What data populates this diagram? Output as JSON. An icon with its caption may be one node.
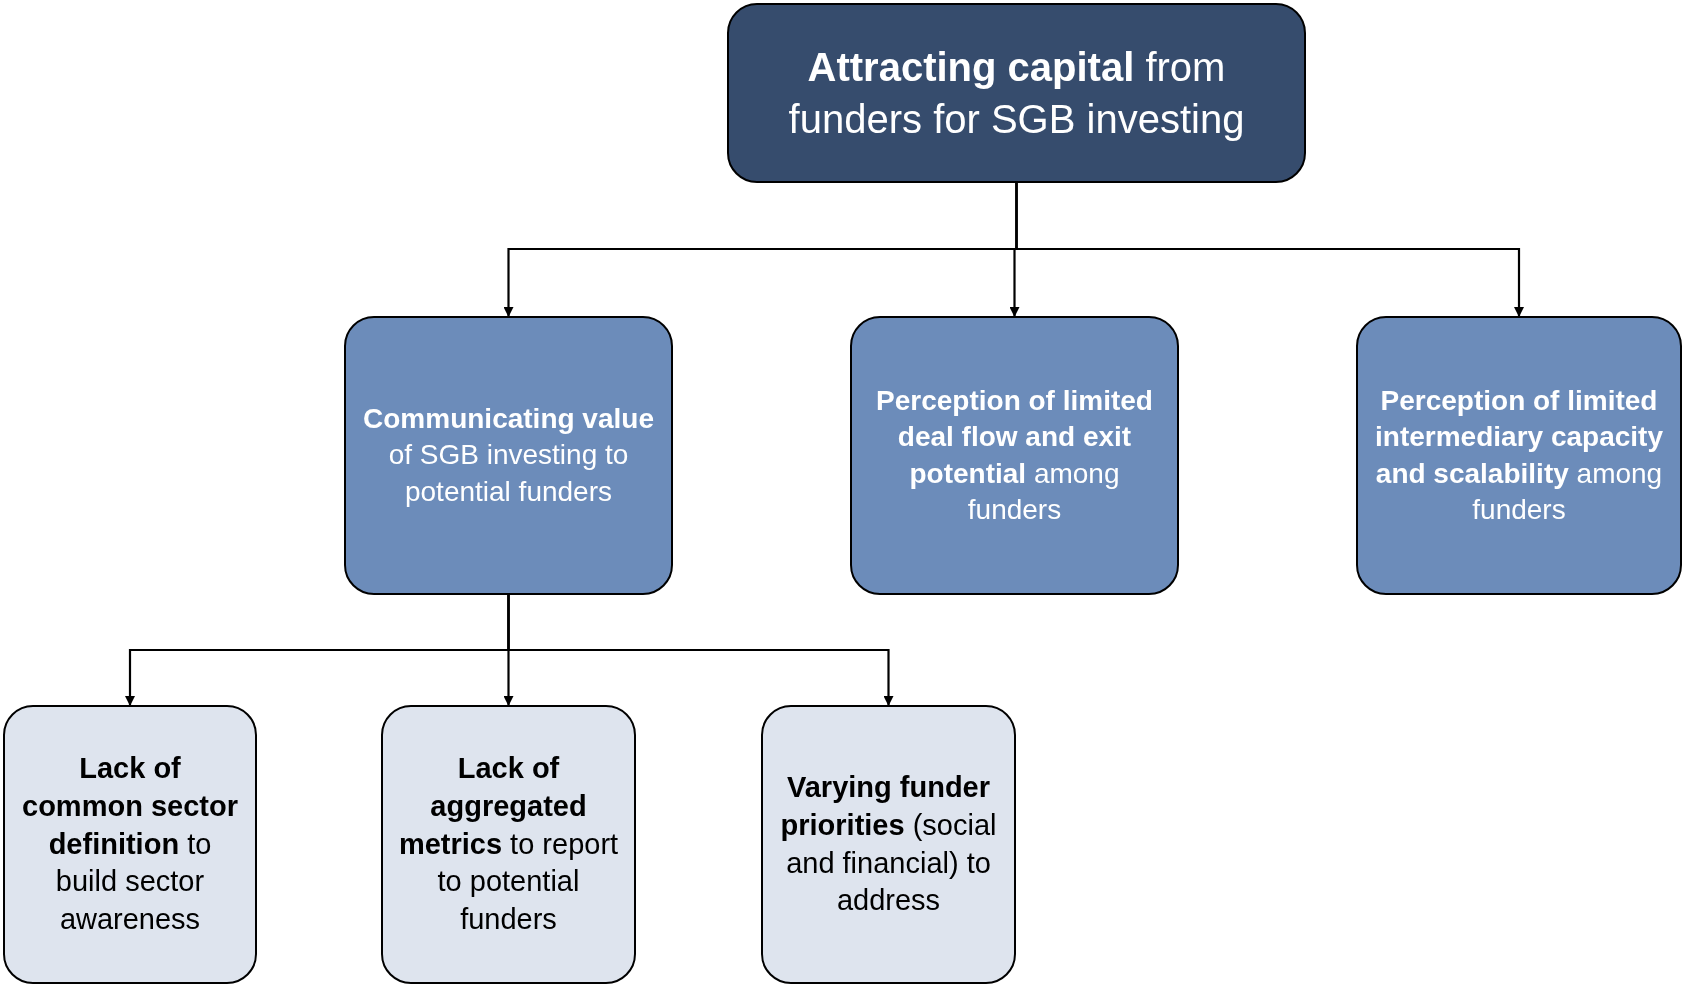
{
  "diagram": {
    "nodes": [
      {
        "text": [
          "**Attracting capital** from funders for SGB investing"
        ]
      },
      {
        "text": [
          "**Communicating value** of SGB investing to potential funders"
        ]
      },
      {
        "text": [
          "**Perception of limited deal flow and exit potential** among funders"
        ]
      },
      {
        "text": [
          "**Perception of limited intermediary capacity and scalability** among funders"
        ]
      },
      {
        "text": [
          "**Lack of common sector definition** to build sector awareness"
        ]
      },
      {
        "text": [
          "**Lack of aggregated metrics** to report to potential funders"
        ]
      },
      {
        "text": [
          "**Varying funder priorities** (social and financial) to address"
        ]
      }
    ],
    "edges": [
      {
        "from": 0,
        "to": 1,
        "arrow": "to"
      },
      {
        "from": 0,
        "to": 2,
        "arrow": "to"
      },
      {
        "from": 0,
        "to": 3,
        "arrow": "to"
      },
      {
        "from": 1,
        "to": 4,
        "arrow": "to"
      },
      {
        "from": 1,
        "to": 5,
        "arrow": "to"
      },
      {
        "from": 1,
        "to": 6,
        "arrow": "to"
      }
    ]
  }
}
